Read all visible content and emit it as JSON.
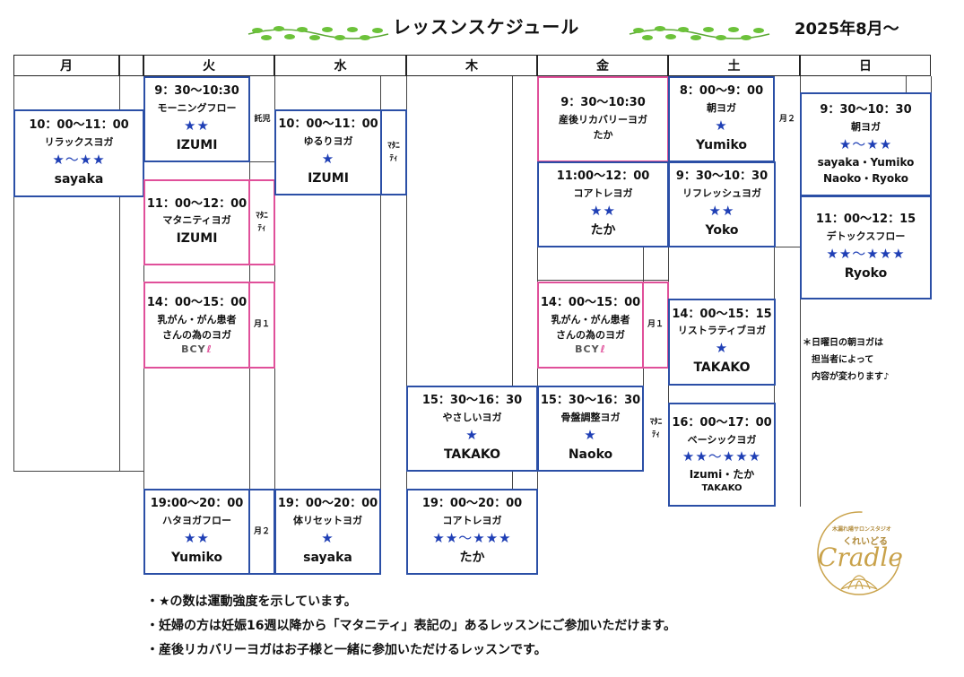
{
  "header": {
    "title": "レッスンスケジュール",
    "period": "2025年8月～"
  },
  "days": [
    "月",
    "火",
    "水",
    "木",
    "金",
    "土",
    "日"
  ],
  "lessons": {
    "mon_1000": {
      "time": "10：00～11：00",
      "name": "リラックスヨガ",
      "stars": "★～★★",
      "instructor": "sayaka"
    },
    "tue_0930": {
      "time": "9：30～10:30",
      "name": "モーニングフロー",
      "stars": "★★",
      "instructor": "IZUMI",
      "note": "託児"
    },
    "tue_1100": {
      "time": "11：00～12：00",
      "name": "マタニティヨガ",
      "instructor": "IZUMI",
      "note": "ﾏﾀﾆ|ﾃｨ"
    },
    "tue_1400": {
      "time": "14：00～15：00",
      "name1": "乳がん・がん患者",
      "name2": "さんの為のヨガ",
      "logo": "BCY",
      "note": "月１"
    },
    "tue_1900": {
      "time": "19:00～20：00",
      "name": "ハタヨガフロー",
      "stars": "★★",
      "instructor": "Yumiko",
      "note": "月２"
    },
    "wed_1000": {
      "time": "10：00～11：00",
      "name": "ゆるりヨガ",
      "stars": "★",
      "instructor": "IZUMI",
      "note": "ﾏﾀﾆ|ﾃｨ"
    },
    "wed_1900": {
      "time": "19：00～20：00",
      "name": "体リセットヨガ",
      "stars": "★",
      "instructor": "sayaka"
    },
    "thu_1530": {
      "time": "15：30～16：30",
      "name": "やさしいヨガ",
      "stars": "★",
      "instructor": "TAKAKO"
    },
    "thu_1900": {
      "time": "19：00～20：00",
      "name": "コアトレヨガ",
      "stars": "★★～★★★",
      "instructor": "たか"
    },
    "fri_0930": {
      "time": "9：30～10:30",
      "name": "産後リカバリーヨガ",
      "instructor": "たか"
    },
    "fri_1100": {
      "time": "11:00～12：00",
      "name": "コアトレヨガ",
      "stars": "★★",
      "instructor": "たか"
    },
    "fri_1400": {
      "time": "14：00～15：00",
      "name1": "乳がん・がん患者",
      "name2": "さんの為のヨガ",
      "logo": "BCY",
      "note": "月１"
    },
    "fri_1530": {
      "time": "15：30～16：30",
      "name": "骨盤調整ヨガ",
      "stars": "★",
      "instructor": "Naoko",
      "note": "ﾏﾀﾆ|ﾃｨ"
    },
    "sat_0800": {
      "time": "8：00～9：00",
      "name": "朝ヨガ",
      "stars": "★",
      "instructor": "Yumiko",
      "note": "月２"
    },
    "sat_0930": {
      "time": "9：30～10：30",
      "name": "リフレッシュヨガ",
      "stars": "★★",
      "instructor": "Yoko"
    },
    "sat_1400": {
      "time": "14：00～15：15",
      "name": "リストラティブヨガ",
      "stars": "★",
      "instructor": "TAKAKO"
    },
    "sat_1600": {
      "time": "16：00～17：00",
      "name": "ベーシックヨガ",
      "stars": "★★～★★★",
      "instructor": "Izumi・たか",
      "instructor2": "TAKAKO"
    },
    "sun_0930": {
      "time": "9：30～10：30",
      "name": "朝ヨガ",
      "stars": "★～★★",
      "instructor": "sayaka・Yumiko",
      "instructor2": "Naoko・Ryoko"
    },
    "sun_1100": {
      "time": "11：00～12：15",
      "name": "デトックスフロー",
      "stars": "★★～★★★",
      "instructor": "Ryoko"
    }
  },
  "side_note": [
    "＊日曜日の朝ヨガは",
    "担当者によって",
    "内容が変わります♪"
  ],
  "footer_notes": [
    "・★の数は運動強度を示しています。",
    "・妊婦の方は妊娠16週以降から「マタニティ」表記の」あるレッスンにご参加いただけます。",
    "・産後リカバリーヨガはお子様と一緒に参加いただけるレッスンです。"
  ],
  "logo": {
    "small": "木漏れ陽サロンスタジオ",
    "kana": "くれいどる",
    "name": "Cradle"
  },
  "colors": {
    "blue_border": "#2b4fa6",
    "pink_border": "#e0509a",
    "star": "#1f3fb5",
    "gold": "#c9a24a"
  }
}
